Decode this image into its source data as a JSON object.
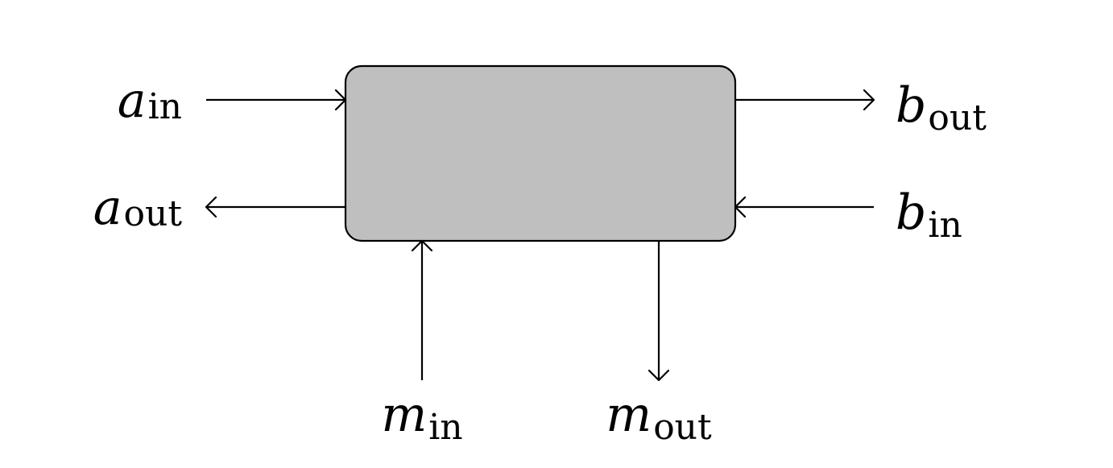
{
  "diagram": {
    "box": {
      "fill": "#bfbfbf",
      "stroke": "#000000"
    },
    "ports": {
      "a_in": {
        "symbol": "a",
        "subscript": "in",
        "direction": "into-box"
      },
      "a_out": {
        "symbol": "a",
        "subscript": "out",
        "direction": "out-of-box"
      },
      "b_out": {
        "symbol": "b",
        "subscript": "out",
        "direction": "out-of-box"
      },
      "b_in": {
        "symbol": "b",
        "subscript": "in",
        "direction": "into-box"
      },
      "m_in": {
        "symbol": "m",
        "subscript": "in",
        "direction": "into-box"
      },
      "m_out": {
        "symbol": "m",
        "subscript": "out",
        "direction": "out-of-box"
      }
    }
  }
}
